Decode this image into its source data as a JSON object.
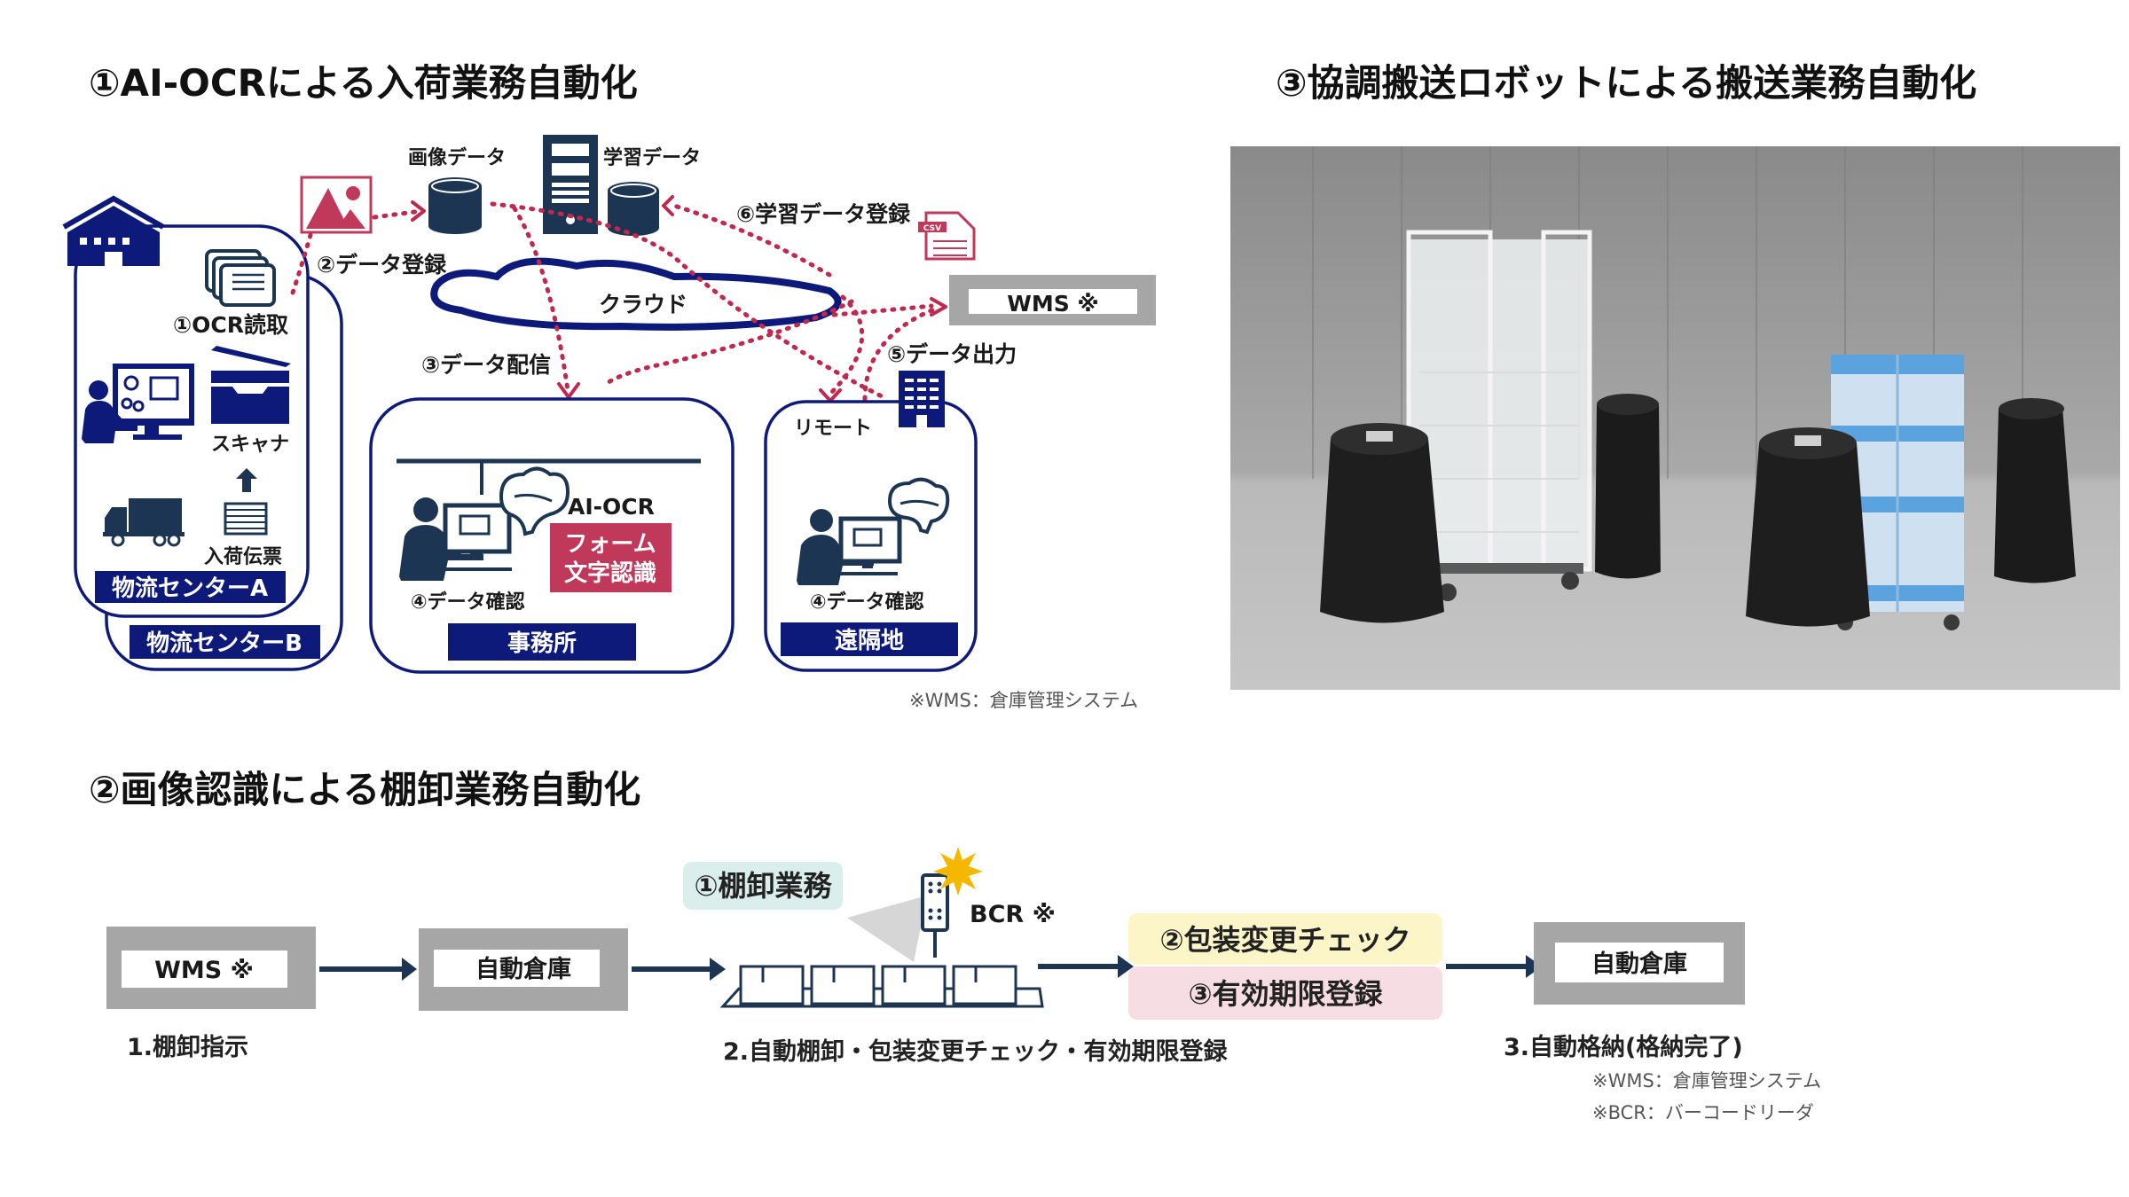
{
  "sections": {
    "ocr": {
      "title": "①AI-OCRによる入荷業務自動化",
      "labels": {
        "image_data": "画像データ",
        "learning_data": "学習データ",
        "data_register": "②データ登録",
        "learning_register": "⑥学習データ登録",
        "cloud": "クラウド",
        "ocr_read": "①OCR読取",
        "scanner": "スキャナ",
        "slip": "入荷伝票",
        "center_a": "物流センターA",
        "center_b": "物流センターB",
        "data_delivery": "③データ配信",
        "data_output": "⑤データ出力",
        "wms": "WMS ※",
        "remote": "リモート",
        "ai_ocr": "AI-OCR",
        "form_line1": "フォーム",
        "form_line2": "文字認識",
        "check_office": "④データ確認",
        "check_remote": "④データ確認",
        "office": "事務所",
        "remote_site": "遠隔地",
        "csv": "CSV"
      },
      "footnote": "※WMS：倉庫管理システム"
    },
    "robot": {
      "title": "③協調搬送ロボットによる搬送業務自動化",
      "photo_alt": "協調搬送ロボットの写真（カゴ台車と折りたたみコンテナを搬送する黒いロボット）"
    },
    "inventory": {
      "title": "②画像認識による棚卸業務自動化",
      "boxes": {
        "wms": "WMS ※",
        "warehouse1": "自動倉庫",
        "warehouse2": "自動倉庫"
      },
      "tags": {
        "stocktake": "①棚卸業務",
        "bcr": "BCR ※",
        "pack_check": "②包装変更チェック",
        "expiry": "③有効期限登録"
      },
      "steps": [
        "1.棚卸指示",
        "2.自動棚卸・包装変更チェック・有効期限登録",
        "3.自動格納(格納完了)"
      ],
      "footnotes": [
        "※WMS：倉庫管理システム",
        "※BCR：バーコードリーダ"
      ]
    }
  },
  "colors": {
    "navy": "#0d1a7a",
    "dark_blue": "#1c3553",
    "crimson": "#c0385a",
    "dotted_red": "#c0284e",
    "gray_frame": "#a6a6a6",
    "teal_tag": "#daeeeb",
    "yellow_tag": "#fbf5c8",
    "pink_tag": "#f6dde3",
    "flow_arrow": "#1c3553"
  }
}
